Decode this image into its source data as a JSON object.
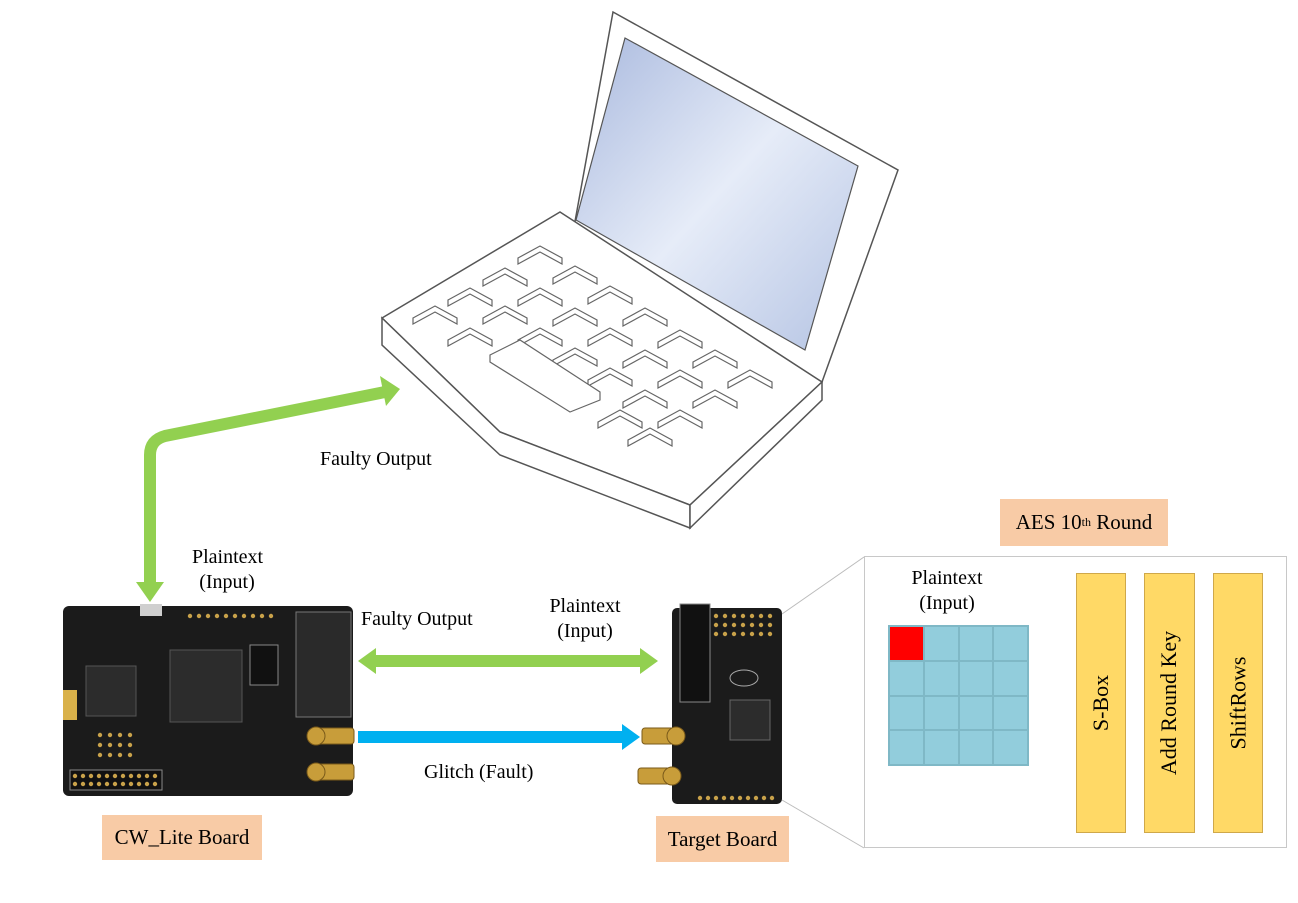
{
  "labels": {
    "faulty_output_top": "Faulty Output",
    "plaintext_left_line1": "Plaintext",
    "plaintext_left_line2": "(Input)",
    "faulty_output_mid": "Faulty Output",
    "plaintext_mid_line1": "Plaintext",
    "plaintext_mid_line2": "(Input)",
    "glitch": "Glitch (Fault)",
    "plaintext_aes_line1": "Plaintext",
    "plaintext_aes_line2": "(Input)"
  },
  "tags": {
    "cw_lite": "CW_Lite Board",
    "target": "Target Board",
    "aes_prefix": "AES 10",
    "aes_sup": "th",
    "aes_suffix": " Round"
  },
  "aes_steps": [
    "S-Box",
    "Add Round Key",
    "ShiftRows"
  ],
  "state_matrix": {
    "rows": 4,
    "cols": 4,
    "highlighted_cell": [
      0,
      0
    ]
  },
  "colors": {
    "data_arrow": "#92d050",
    "glitch_arrow": "#00b0f0",
    "tag_fill": "#f8cba6",
    "step_fill": "#ffd966",
    "matrix_fill": "#92cddc",
    "fault_cell": "#ff0000",
    "pcb": "#1a1a1a"
  }
}
